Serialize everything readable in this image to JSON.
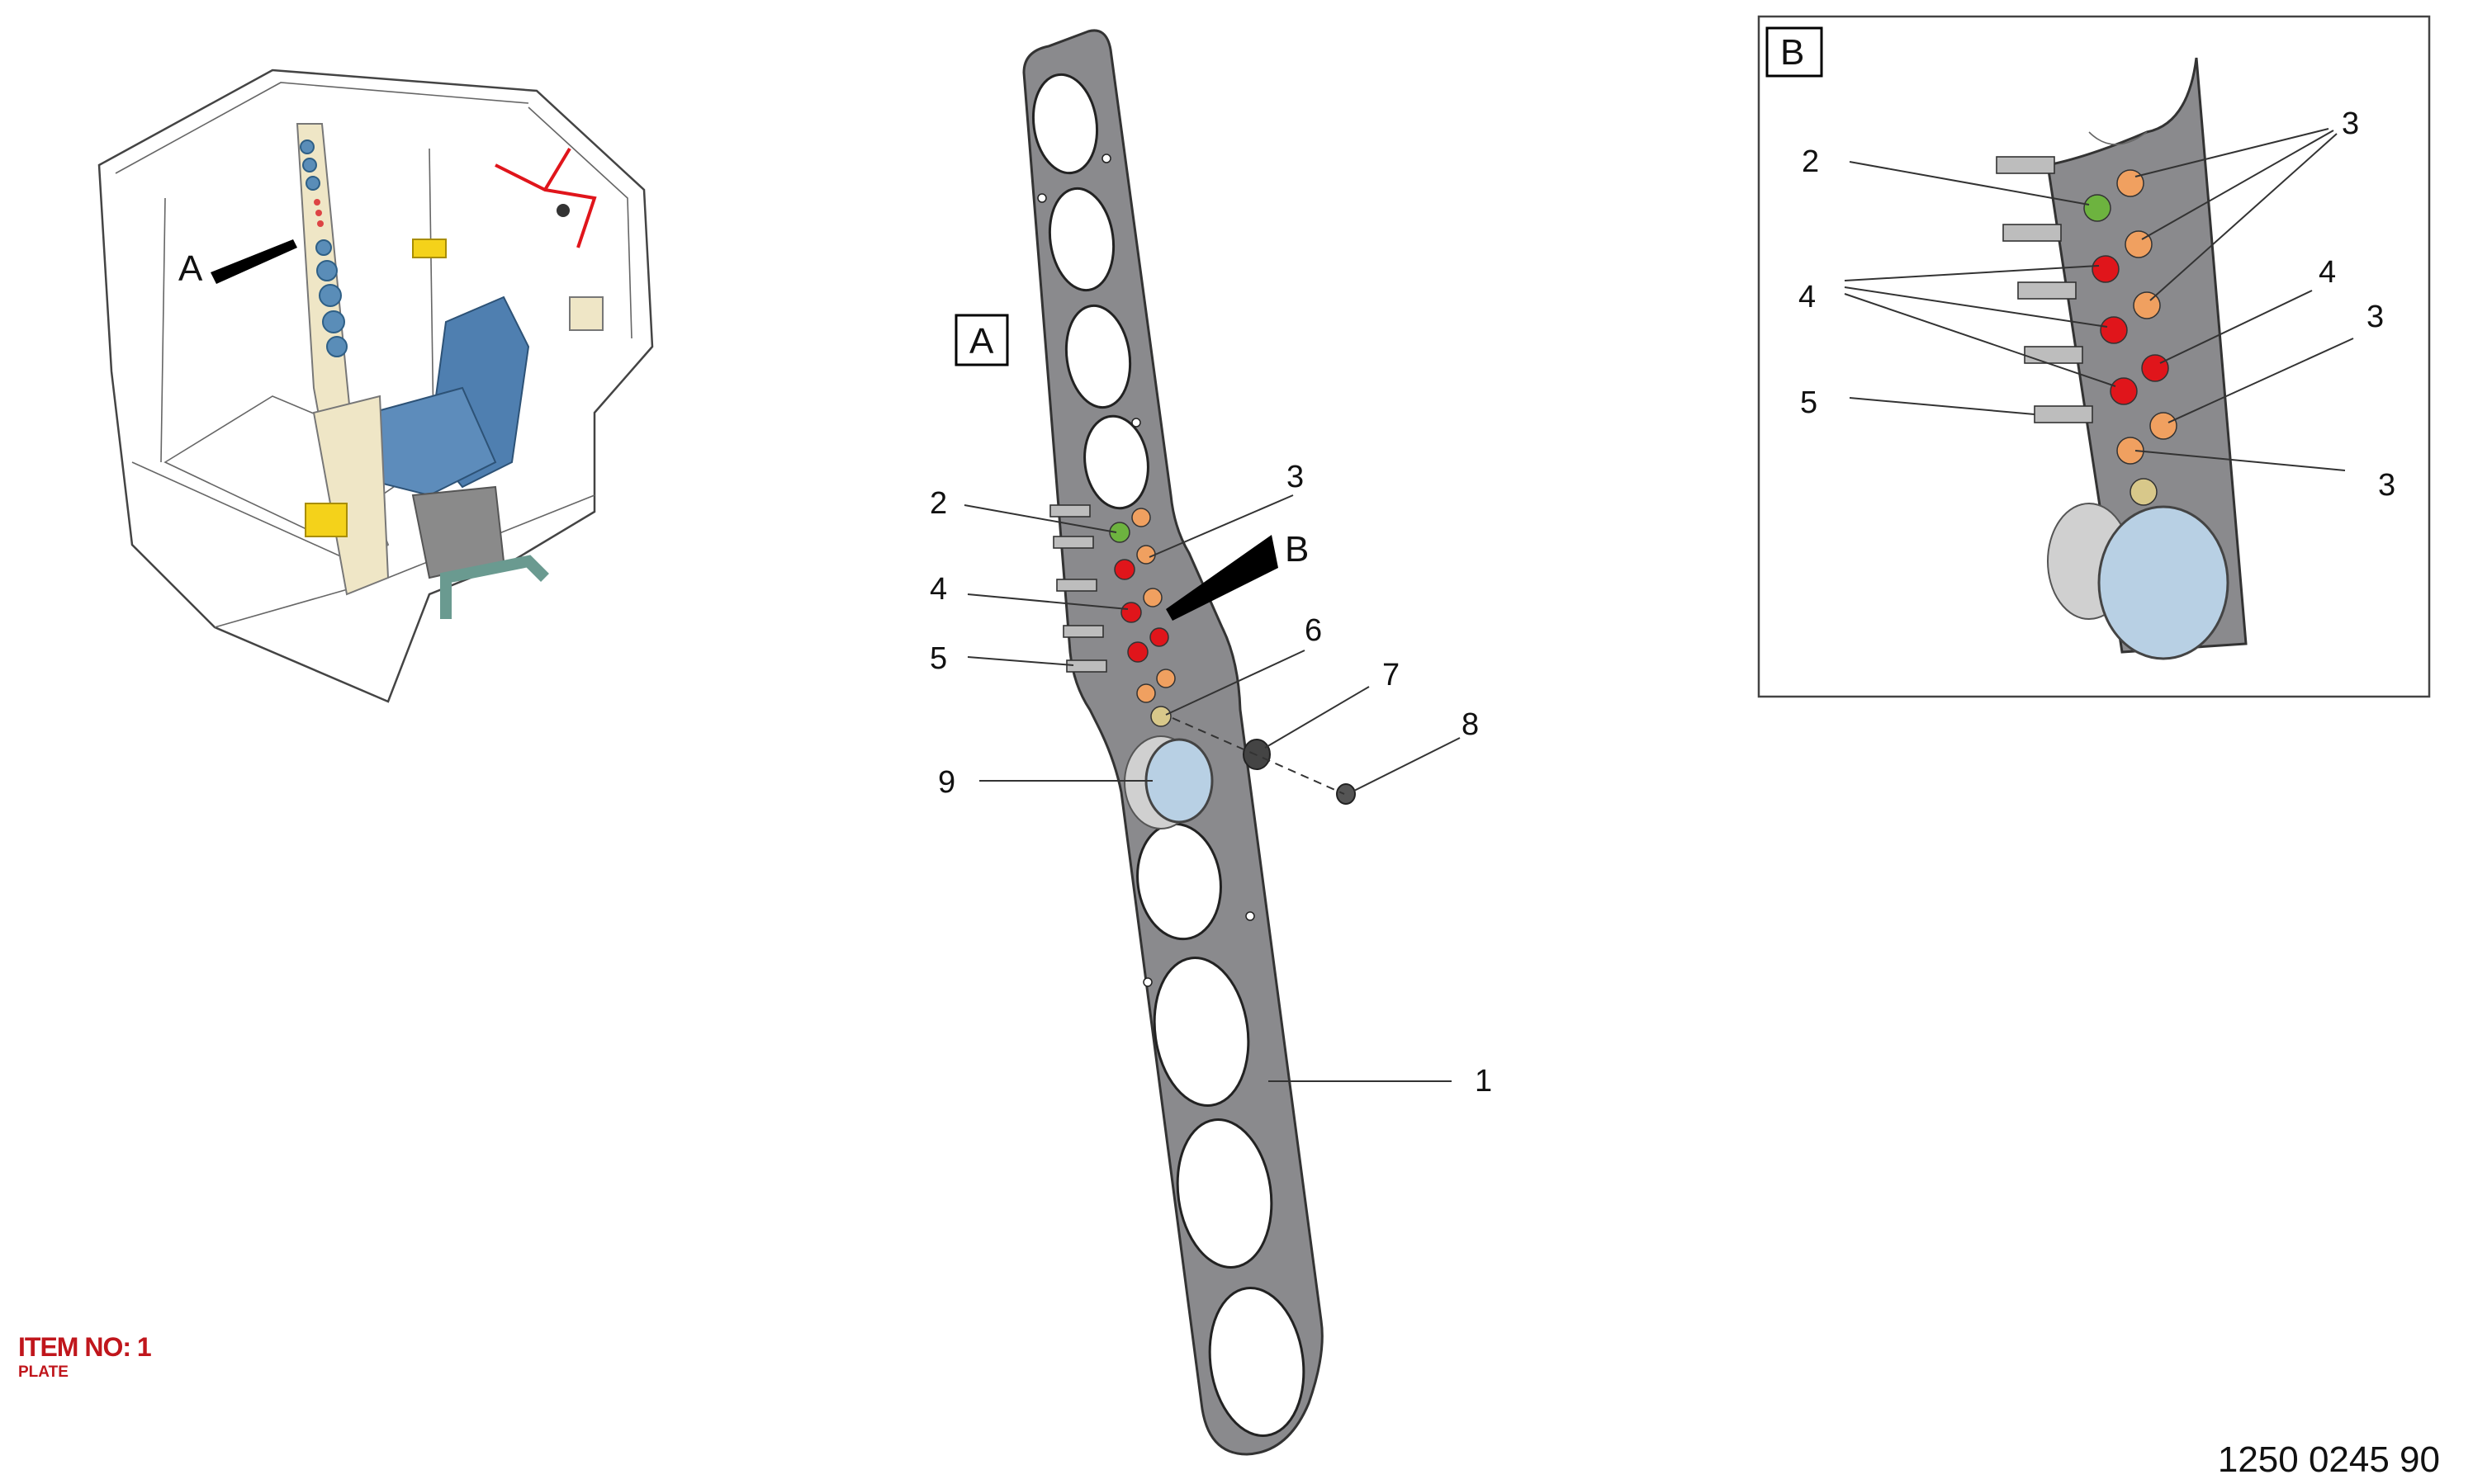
{
  "views": {
    "overview": {
      "arrow_label": "A"
    },
    "detail_a": {
      "box_label": "A",
      "arrow_label": "B",
      "callouts": [
        "1",
        "2",
        "3",
        "4",
        "5",
        "6",
        "7",
        "8",
        "9"
      ]
    },
    "detail_b": {
      "box_label": "B",
      "callouts": [
        "2",
        "3",
        "4",
        "4",
        "3",
        "5",
        "3"
      ]
    }
  },
  "item": {
    "number_label": "ITEM NO: 1",
    "name": "PLATE"
  },
  "document_number": "1250 0245 90",
  "colors": {
    "plate": "#8a8a8d",
    "green_lamp": "#6db33f",
    "red_lamp": "#e0151b",
    "orange_lamp": "#f0a060",
    "gauge_blue": "#b8d0e4",
    "item_text": "#c0161c"
  }
}
